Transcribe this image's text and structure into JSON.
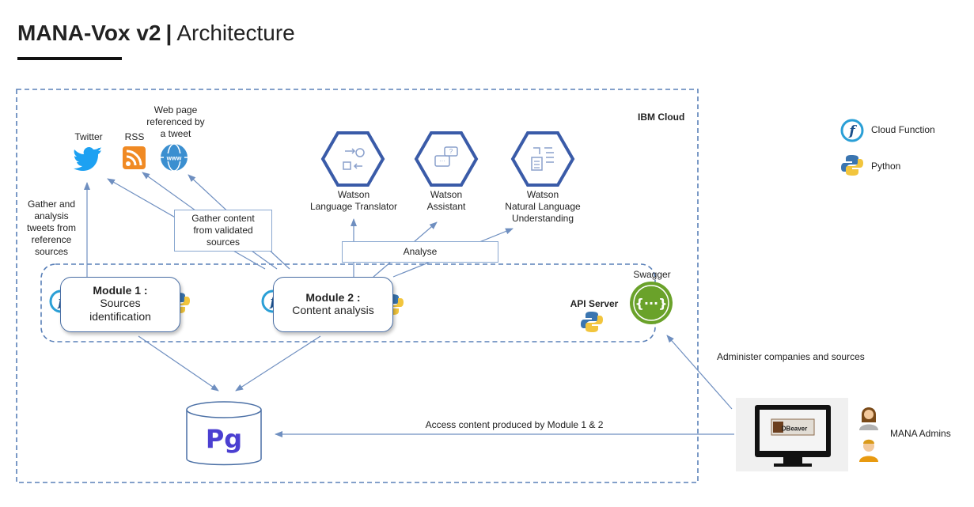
{
  "title": {
    "main": "MANA-Vox v2",
    "separator": "|",
    "sub": "Architecture"
  },
  "cloud_label": "IBM Cloud",
  "legend": [
    {
      "icon": "cloud-function-icon",
      "label": "Cloud Function"
    },
    {
      "icon": "python-icon",
      "label": "Python"
    }
  ],
  "sources": {
    "twitter": "Twitter",
    "rss": "RSS",
    "web_page": [
      "Web page",
      "referenced by",
      "a tweet"
    ]
  },
  "watson": {
    "translator": [
      "Watson",
      "Language Translator"
    ],
    "assistant": [
      "Watson",
      "Assistant"
    ],
    "nlu": [
      "Watson",
      "Natural Language",
      "Understanding"
    ]
  },
  "gather_tweets": [
    "Gather and",
    "analysis",
    "tweets from",
    "reference",
    "sources"
  ],
  "gather_content": [
    "Gather content",
    "from validated",
    "sources"
  ],
  "analyse": "Analyse",
  "module1": {
    "title": "Module 1 :",
    "lines": [
      "Sources",
      "identification"
    ]
  },
  "module2": {
    "title": "Module 2 :",
    "lines": [
      "Content analysis"
    ]
  },
  "api_server": "API Server",
  "swagger": "Swagger",
  "swagger_glyph": "{···}",
  "postgres_label": "Pg",
  "dbeaver_label": "DBeaver",
  "administer": "Administer companies and sources",
  "access_content": "Access content produced by Module 1 & 2",
  "admins": "MANA Admins",
  "colors": {
    "dash_border": "#5a80b8",
    "arrow": "#6f8fc0",
    "watson_hex": "#3a5ba8",
    "twitter": "#1da1f2",
    "rss": "#f08a24",
    "web": "#3b8fd0",
    "swagger": "#6aa22a",
    "postgres_text": "#4b3fd1"
  }
}
